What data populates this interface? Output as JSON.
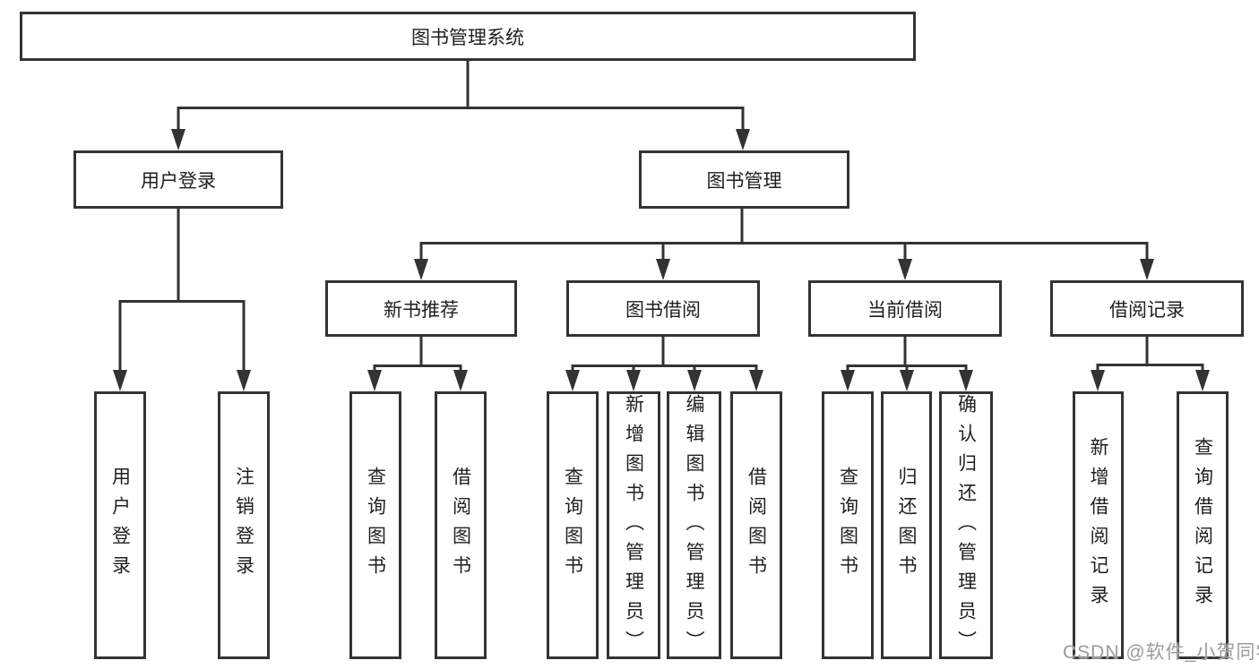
{
  "nodes": {
    "root": "图书管理系统",
    "level1": {
      "user_login": "用户登录",
      "book_mgmt": "图书管理"
    },
    "level2": {
      "new_book_rec": "新书推荐",
      "book_borrow": "图书借阅",
      "current_borrow": "当前借阅",
      "borrow_record": "借阅记录"
    },
    "leaves": {
      "user_login": "用户登录",
      "logout": "注销登录",
      "rec_query_book": "查询图书",
      "rec_borrow_book": "借阅图书",
      "borrow_query_book": "查询图书",
      "borrow_add_book": "新增图书（管理员）",
      "borrow_edit_book": "编辑图书（管理员）",
      "borrow_borrow_book": "借阅图书",
      "current_query_book": "查询图书",
      "current_return_book": "归还图书",
      "current_confirm_return": "确认归还（管理员）",
      "record_add_record": "新增借阅记录",
      "record_query_record": "查询借阅记录"
    }
  },
  "edges": [
    {
      "parent": "图书管理系统",
      "children": [
        "用户登录",
        "图书管理"
      ]
    },
    {
      "parent": "用户登录",
      "children": [
        "用户登录",
        "注销登录"
      ]
    },
    {
      "parent": "图书管理",
      "children": [
        "新书推荐",
        "图书借阅",
        "当前借阅",
        "借阅记录"
      ]
    },
    {
      "parent": "新书推荐",
      "children": [
        "查询图书",
        "借阅图书"
      ]
    },
    {
      "parent": "图书借阅",
      "children": [
        "查询图书",
        "新增图书（管理员）",
        "编辑图书（管理员）",
        "借阅图书"
      ]
    },
    {
      "parent": "当前借阅",
      "children": [
        "查询图书",
        "归还图书",
        "确认归还（管理员）"
      ]
    },
    {
      "parent": "借阅记录",
      "children": [
        "新增借阅记录",
        "查询借阅记录"
      ]
    }
  ],
  "watermark": {
    "text": "CSDN @软件_小贺同学"
  },
  "colors": {
    "line": "#333333",
    "text": "#1f1f1f",
    "background": "#ffffff",
    "watermark": "#9b9b9b"
  }
}
